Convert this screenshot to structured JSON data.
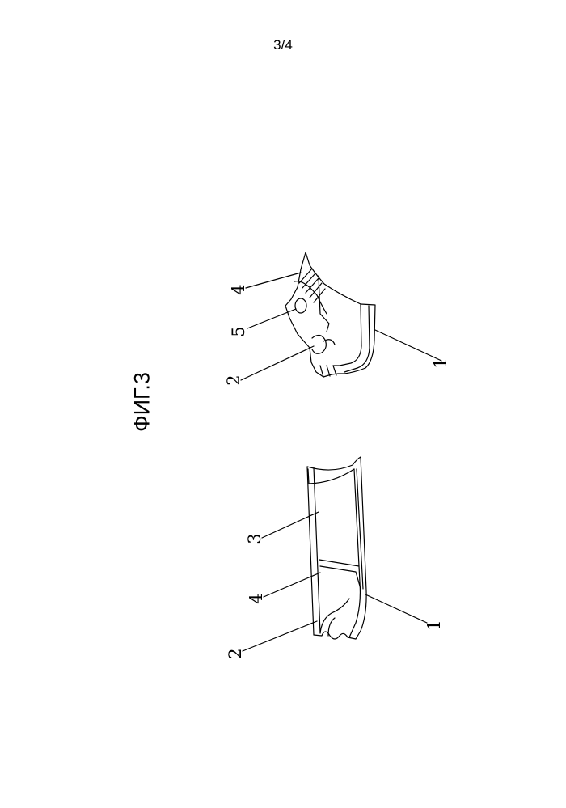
{
  "header": {
    "page_number": "3/4"
  },
  "figure": {
    "label": "ФИГ.3"
  },
  "top_view": {
    "ref_labels": [
      "4",
      "5",
      "2",
      "1"
    ]
  },
  "bottom_view": {
    "ref_labels": [
      "3",
      "4",
      "2",
      "1"
    ]
  }
}
